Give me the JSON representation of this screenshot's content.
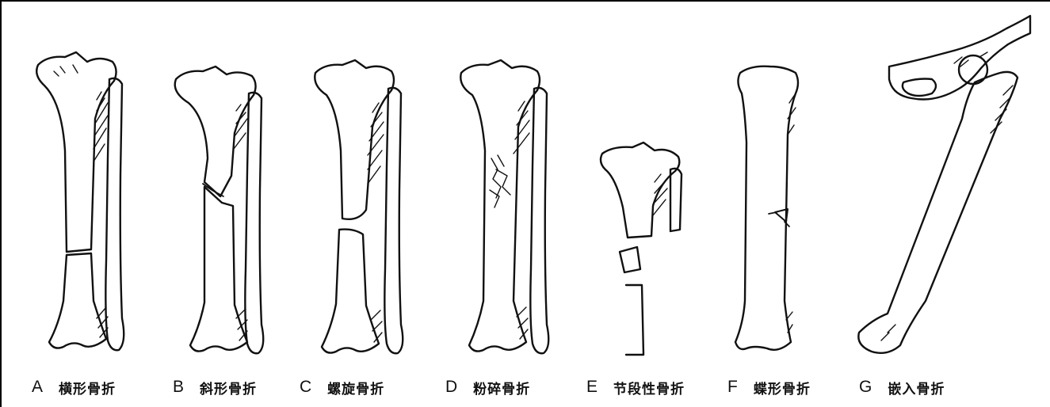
{
  "figure": {
    "panels": [
      {
        "letter": "A",
        "name": "横形骨折"
      },
      {
        "letter": "B",
        "name": "斜形骨折"
      },
      {
        "letter": "C",
        "name": "螺旋骨折"
      },
      {
        "letter": "D",
        "name": "粉碎骨折"
      },
      {
        "letter": "E",
        "name": "节段性骨折"
      },
      {
        "letter": "F",
        "name": "蝶形骨折"
      },
      {
        "letter": "G",
        "name": "嵌入骨折"
      }
    ]
  },
  "colors": {
    "ink": "#111111",
    "paper": "#ffffff"
  }
}
